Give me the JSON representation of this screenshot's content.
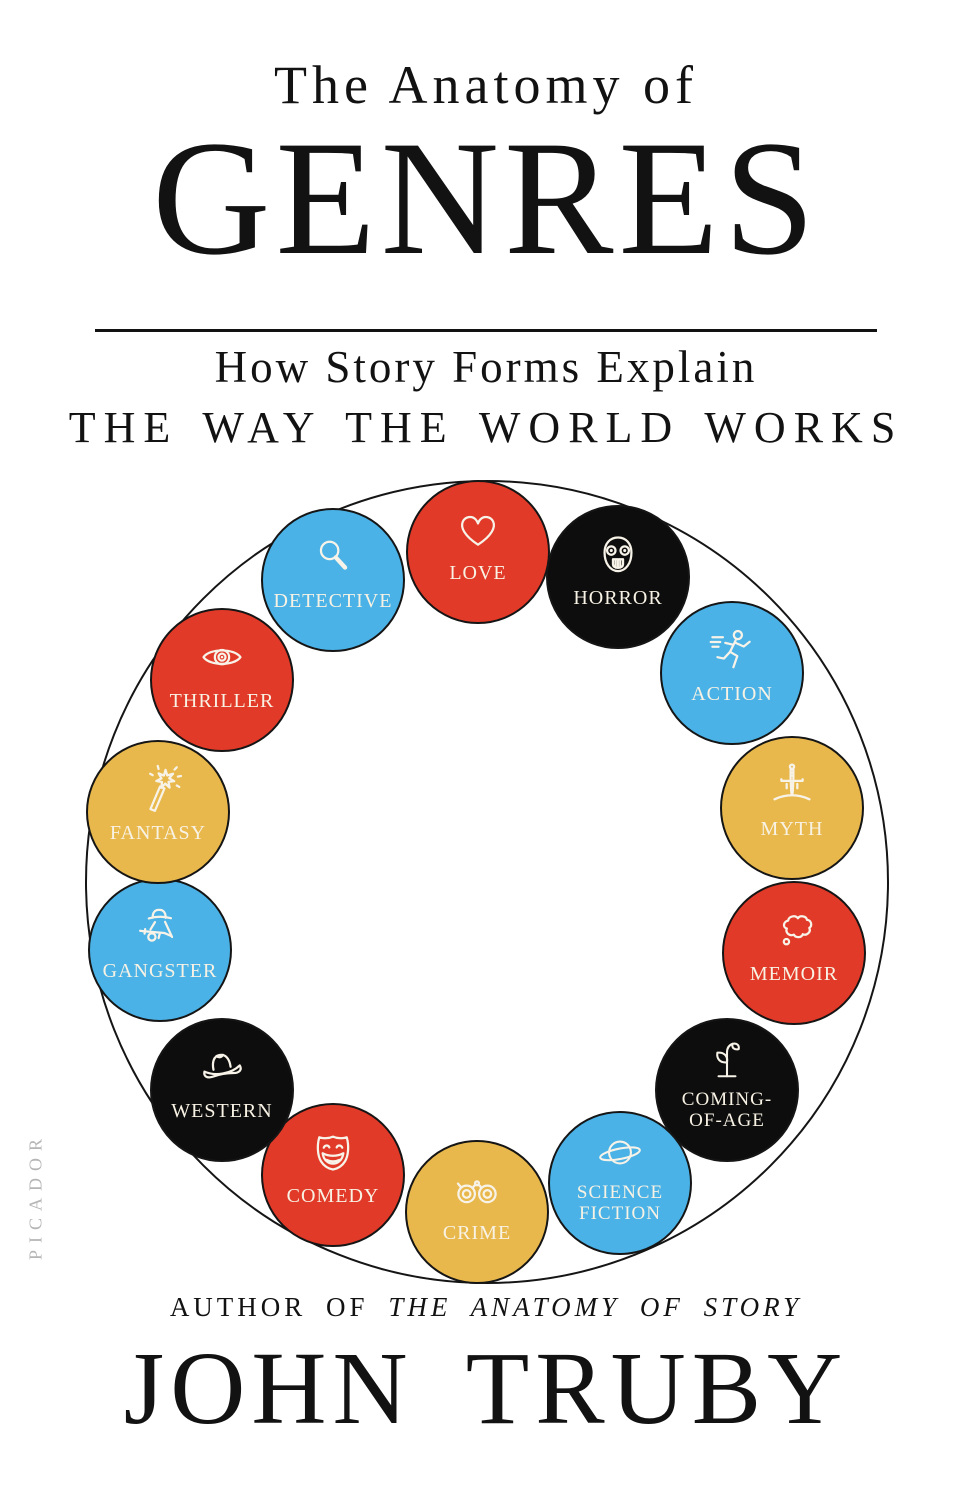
{
  "cover": {
    "title_prefix": "The Anatomy of",
    "title_main": "GENRES",
    "subtitle_line1": "How Story Forms Explain",
    "subtitle_line2": "THE WAY THE WORLD WORKS",
    "author_note_prefix": "AUTHOR OF",
    "author_note_title": "THE ANATOMY OF STORY",
    "author_name": "JOHN TRUBY",
    "publisher": "PICADOR"
  },
  "colors": {
    "red": "#e23a28",
    "blue": "#4ab2e6",
    "gold": "#e8b84c",
    "black": "#0d0d0d",
    "label": "#f8f2e4",
    "outline": "#151515",
    "publisher_gray": "#b5b5b5"
  },
  "genres": [
    {
      "lines": [
        "LOVE"
      ],
      "color": "red",
      "icon": "heart-icon"
    },
    {
      "lines": [
        "HORROR"
      ],
      "color": "black",
      "icon": "horror-mask-icon"
    },
    {
      "lines": [
        "ACTION"
      ],
      "color": "blue",
      "icon": "runner-icon"
    },
    {
      "lines": [
        "MYTH"
      ],
      "color": "gold",
      "icon": "sword-icon"
    },
    {
      "lines": [
        "MEMOIR"
      ],
      "color": "red",
      "icon": "thought-bubble-icon"
    },
    {
      "lines": [
        "COMING-",
        "OF-AGE"
      ],
      "color": "black",
      "icon": "sprout-icon"
    },
    {
      "lines": [
        "SCIENCE",
        "FICTION"
      ],
      "color": "blue",
      "icon": "saturn-icon"
    },
    {
      "lines": [
        "CRIME"
      ],
      "color": "gold",
      "icon": "handcuffs-icon"
    },
    {
      "lines": [
        "COMEDY"
      ],
      "color": "red",
      "icon": "comedy-mask-icon"
    },
    {
      "lines": [
        "WESTERN"
      ],
      "color": "black",
      "icon": "cowboy-hat-icon"
    },
    {
      "lines": [
        "GANGSTER"
      ],
      "color": "blue",
      "icon": "gangster-icon"
    },
    {
      "lines": [
        "FANTASY"
      ],
      "color": "gold",
      "icon": "magic-wand-icon"
    },
    {
      "lines": [
        "THRILLER"
      ],
      "color": "red",
      "icon": "eye-icon"
    },
    {
      "lines": [
        "DETECTIVE"
      ],
      "color": "blue",
      "icon": "magnifying-glass-icon"
    }
  ]
}
